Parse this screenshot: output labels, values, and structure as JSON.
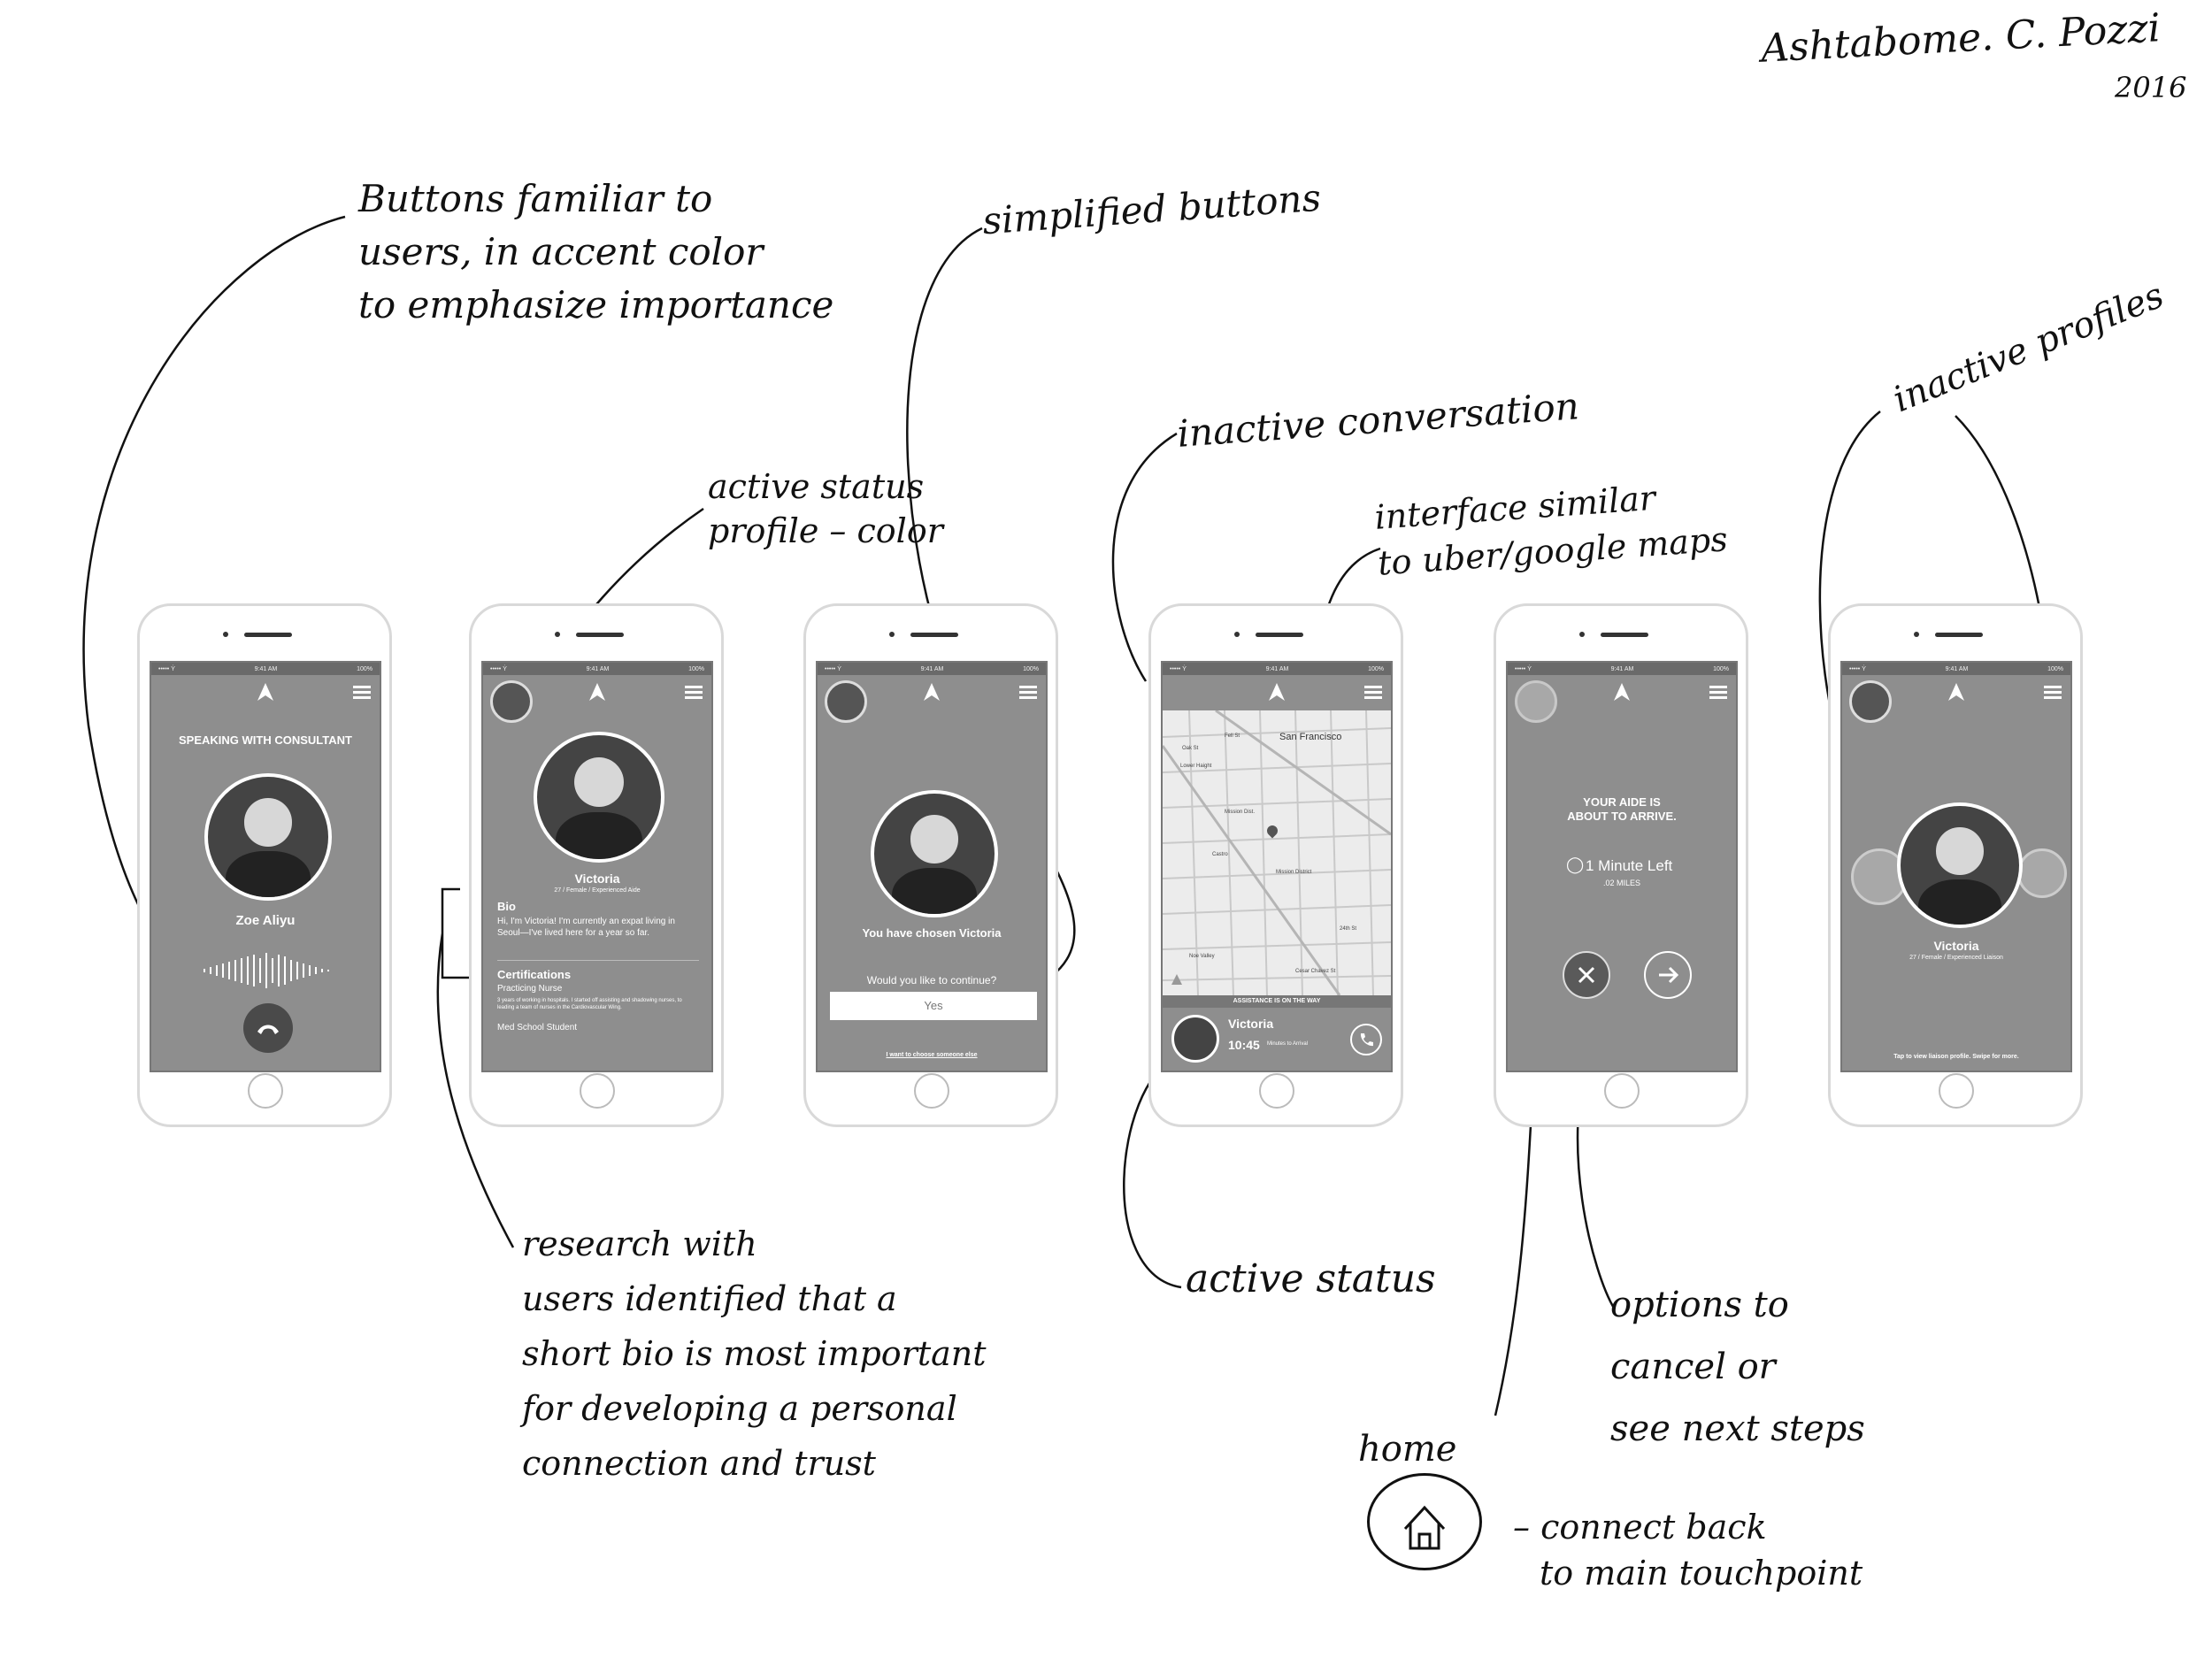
{
  "signature": "Ashtabome. C. Pozzi 2016",
  "annotations": {
    "buttons_familiar": "Buttons familiar to users, in accent color to emphasize importance",
    "simplified_buttons": "simplified buttons",
    "active_status_profile": "active status profile – color",
    "inactive_conversation": "inactive conversation",
    "interface_similar": "interface similar to uber/google maps",
    "inactive_profiles": "inactive profiles",
    "research": "research with users identified that a short bio is most important for developing a personal connection and trust",
    "active_status": "active status",
    "options": "options to cancel or see next steps",
    "home_label": "home",
    "connect_back": "connect back to main touchpoint"
  },
  "statusbar": {
    "carrier": "••••• Ẏ",
    "time": "9:41 AM",
    "battery": "100%"
  },
  "screens": {
    "s1": {
      "header": "SPEAKING WITH CONSULTANT",
      "name": "Zoe Aliyu"
    },
    "s2": {
      "name": "Victoria",
      "meta": "27 / Female / Experienced Aide",
      "bio_title": "Bio",
      "bio_text": "Hi, I'm Victoria! I'm currently an expat living in Seoul—I've lived here for a year so far.",
      "cert_title": "Certifications",
      "cert1": "Practicing Nurse",
      "cert1_text": "3 years of working in hospitals. I started off assisting and shadowing nurses, to leading a team of nurses in the Cardiovascular Wing.",
      "cert2": "Med School Student"
    },
    "s3": {
      "chosen": "You have chosen Victoria",
      "question": "Would you like to continue?",
      "yes": "Yes",
      "other": "I want to choose someone else"
    },
    "s4": {
      "map_labels": [
        "San Francisco",
        "Lower Haight",
        "Mission Dist.",
        "Castro",
        "Mission District",
        "Noe Valley",
        "Cesar Chavez St",
        "24th St",
        "Fell St",
        "Oak St"
      ],
      "banner": "ASSISTANCE IS ON THE WAY",
      "name": "Victoria",
      "eta": "10:45",
      "eta_label": "Minutes to Arrival"
    },
    "s5": {
      "arrive1": "YOUR AIDE IS",
      "arrive2": "ABOUT TO ARRIVE.",
      "left": "1 Minute Left",
      "miles": ".02 MILES"
    },
    "s6": {
      "name": "Victoria",
      "meta": "27 / Female / Experienced Liaison",
      "hint": "Tap to view liaison profile. Swipe for more."
    }
  }
}
